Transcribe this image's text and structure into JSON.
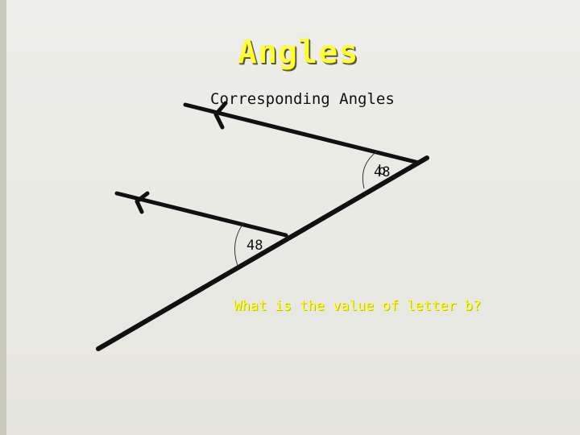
{
  "slide": {
    "title": "Angles",
    "subtitle": "Corresponding Angles",
    "question": "What is the value of letter b?"
  },
  "diagram": {
    "angle_upper_label": "48",
    "angle_upper_variable": "b",
    "angle_lower_label": "48"
  },
  "colors": {
    "title": "#ffff33",
    "question": "#ffff33",
    "lines": "#111111",
    "background": "#ebebe6"
  }
}
